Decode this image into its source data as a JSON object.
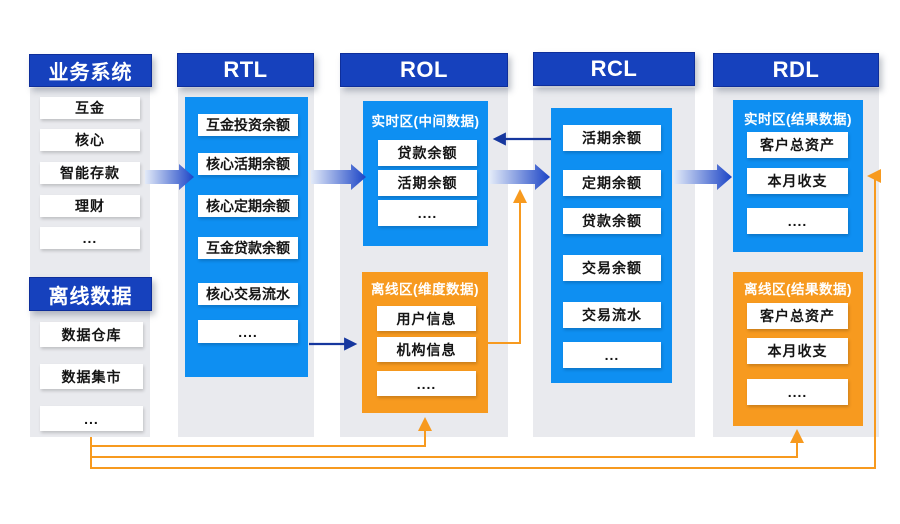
{
  "palette": {
    "header_blue": "#1641BD",
    "layer_blue": "#0E8FF2",
    "layer_orange": "#F79A1F",
    "arrow_navy": "#16379E",
    "arrow_orange": "#F79A1F",
    "panel_gray": "#E9EAEE",
    "item_text": "#141414"
  },
  "business_system": {
    "title": "业务系统",
    "items": [
      "互金",
      "核心",
      "智能存款",
      "理财",
      "..."
    ]
  },
  "offline_data": {
    "title": "离线数据",
    "items": [
      "数据仓库",
      "数据集市",
      "..."
    ]
  },
  "rtl": {
    "title": "RTL",
    "items": [
      "互金投资余额",
      "核心活期余额",
      "核心定期余额",
      "互金贷款余额",
      "核心交易流水",
      "...."
    ]
  },
  "rol": {
    "title": "ROL",
    "realtime": {
      "title": "实时区(中间数据)",
      "items": [
        "贷款余额",
        "活期余额",
        "...."
      ]
    },
    "offline": {
      "title": "离线区(维度数据)",
      "items": [
        "用户信息",
        "机构信息",
        "...."
      ]
    }
  },
  "rcl": {
    "title": "RCL",
    "items": [
      "活期余额",
      "定期余额",
      "贷款余额",
      "交易余额",
      "交易流水",
      "..."
    ]
  },
  "rdl": {
    "title": "RDL",
    "realtime": {
      "title": "实时区(结果数据)",
      "items": [
        "客户总资产",
        "本月收支",
        "...."
      ]
    },
    "offline": {
      "title": "离线区(结果数据)",
      "items": [
        "客户总资产",
        "本月收支",
        "...."
      ]
    }
  }
}
